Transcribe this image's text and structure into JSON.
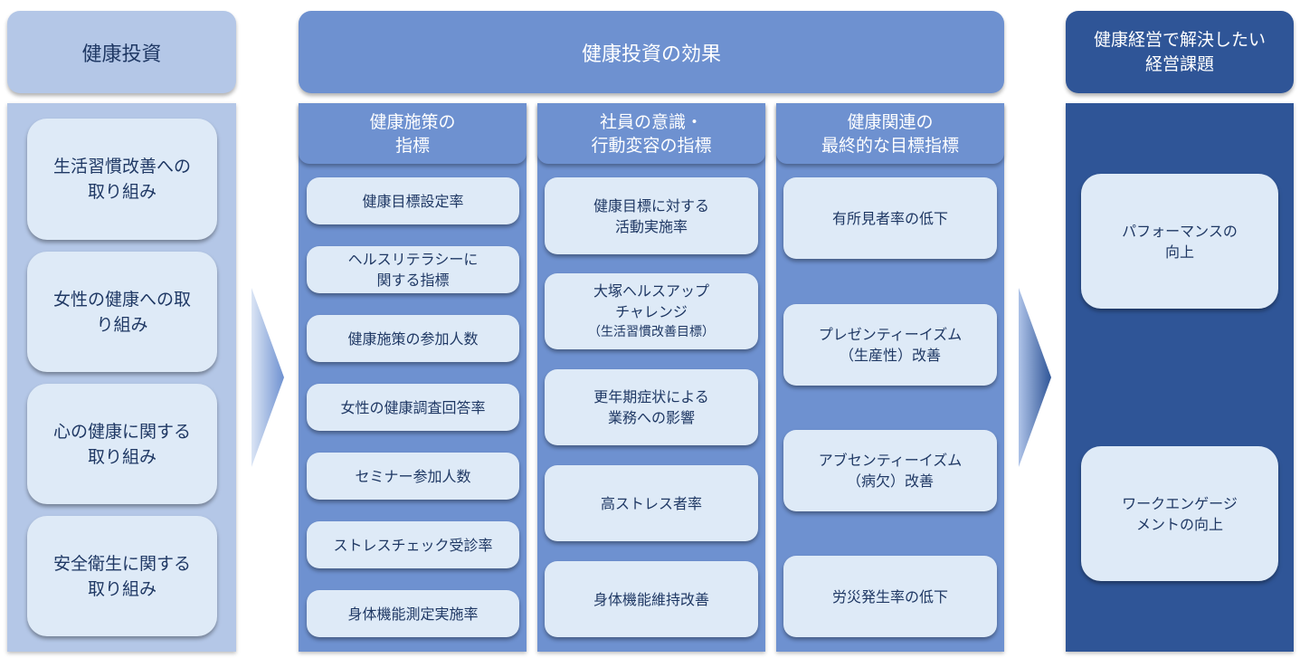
{
  "colors": {
    "light": "#b4c7e7",
    "mid": "#6e91d0",
    "dark": "#2f5597",
    "item": "#deeaf7",
    "text": "#1f3864"
  },
  "investment": {
    "title": "健康投資",
    "items": [
      "生活習慣改善への\n取り組み",
      "女性の健康への取\nり組み",
      "心の健康に関する\n取り組み",
      "安全衛生に関する\n取り組み"
    ]
  },
  "effects": {
    "title": "健康投資の効果",
    "columns": [
      {
        "title": "健康施策の\n指標",
        "items": [
          "健康目標設定率",
          "ヘルスリテラシーに\n関する指標",
          "健康施策の参加人数",
          "女性の健康調査回答率",
          "セミナー参加人数",
          "ストレスチェック受診率",
          "身体機能測定実施率"
        ]
      },
      {
        "title": "社員の意識・\n行動変容の指標",
        "items": [
          "健康目標に対する\n活動実施率",
          "大塚ヘルスアップ\nチャレンジ",
          "更年期症状による\n業務への影響",
          "高ストレス者率",
          "身体機能維持改善"
        ],
        "note": "（生活習慣改善目標）"
      },
      {
        "title": "健康関連の\n最終的な目標指標",
        "items": [
          "有所見者率の低下",
          "プレゼンティーイズム\n（生産性）改善",
          "アブセンティーイズム\n（病欠）改善",
          "労災発生率の低下"
        ]
      }
    ]
  },
  "issues": {
    "title": "健康経営で解決したい\n経営課題",
    "items": [
      "パフォーマンスの\n向上",
      "ワークエンゲージ\nメントの向上"
    ]
  }
}
